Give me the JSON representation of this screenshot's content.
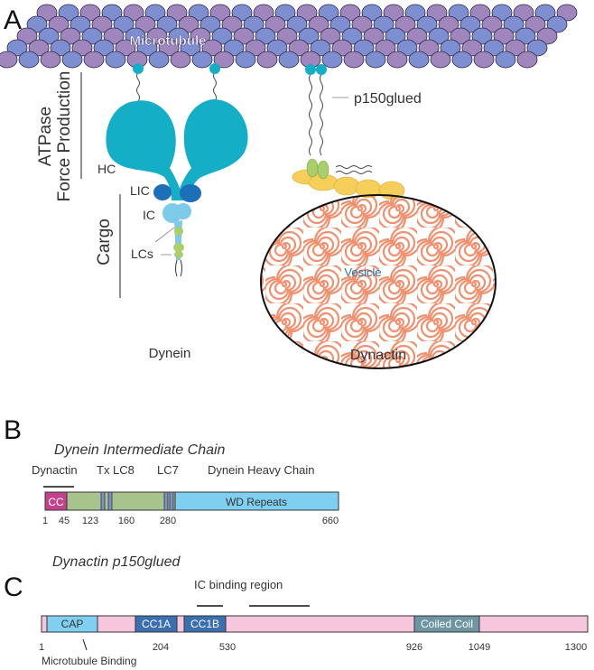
{
  "panel_a": {
    "letter": "A",
    "microtubule": "Microtubule",
    "side_top": [
      "ATPase",
      "Force Production"
    ],
    "side_bottom": "Cargo",
    "hc": "HC",
    "lic": "LIC",
    "ic": "IC",
    "lcs": "LCs",
    "p150": "p150glued",
    "vesicle": "Vesicle",
    "dynein": "Dynein",
    "dynactin": "Dynactin"
  },
  "panel_b": {
    "letter": "B",
    "title": "Dynein Intermediate Chain",
    "labels": [
      "Dynactin",
      "Tx LC8",
      "LC7",
      "Dynein Heavy Chain"
    ],
    "domains": {
      "cc": "CC",
      "wd": "WD Repeats"
    },
    "positions": [
      "1",
      "45",
      "123",
      "160",
      "280",
      "660"
    ]
  },
  "panel_c": {
    "letter": "C",
    "title": "Dynactin p150glued",
    "region": "IC binding region",
    "domains": {
      "cap": "CAP",
      "cc1a": "CC1A",
      "cc1b": "CC1B",
      "coiled": "Coiled Coil"
    },
    "positions": [
      "1",
      "204",
      "530",
      "926",
      "1049",
      "1300"
    ],
    "mt_binding": "Microtubule Binding"
  },
  "colors": {
    "tubulin_purple": "#9f86bd",
    "tubulin_blue": "#7d8fd0",
    "dynein_teal": "#14afc6",
    "lic_blue": "#1d6fb8",
    "ic_light": "#7dcbe8",
    "lc_green": "#a9cf6a",
    "dynactin_yellow": "#f6cf5b",
    "vesicle_swirl": "#f0906f",
    "cc_magenta": "#c4418c",
    "chain_green": "#a6c48c",
    "wd_blue": "#7fd0f0",
    "p150_pink": "#f6c6dc",
    "cc1_blue": "#3a6fb0",
    "coil_gray": "#6f95a3"
  }
}
